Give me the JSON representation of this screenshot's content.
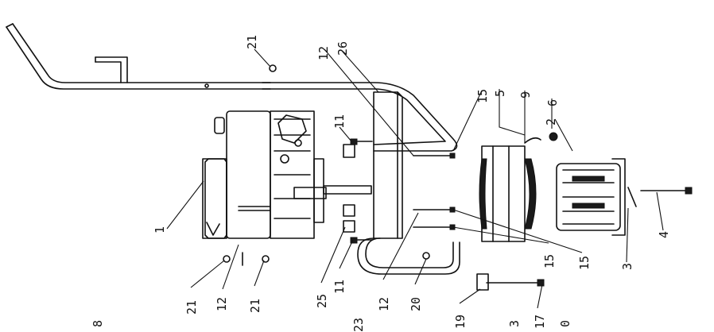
{
  "callouts": [
    {
      "id": "c1",
      "text": "1"
    },
    {
      "id": "c2",
      "text": "2"
    },
    {
      "id": "c3",
      "text": "3"
    },
    {
      "id": "c4",
      "text": "4"
    },
    {
      "id": "c5",
      "text": "5"
    },
    {
      "id": "c6",
      "text": "6"
    },
    {
      "id": "c9",
      "text": "9"
    },
    {
      "id": "c11a",
      "text": "11"
    },
    {
      "id": "c11b",
      "text": "11"
    },
    {
      "id": "c12a",
      "text": "12"
    },
    {
      "id": "c12b",
      "text": "12"
    },
    {
      "id": "c12c",
      "text": "12"
    },
    {
      "id": "c15a",
      "text": "15"
    },
    {
      "id": "c15b",
      "text": "15"
    },
    {
      "id": "c15c",
      "text": "15"
    },
    {
      "id": "c17",
      "text": "17"
    },
    {
      "id": "c19",
      "text": "19"
    },
    {
      "id": "c20",
      "text": "20"
    },
    {
      "id": "c21a",
      "text": "21"
    },
    {
      "id": "c21b",
      "text": "21"
    },
    {
      "id": "c21c",
      "text": "21"
    },
    {
      "id": "c23",
      "text": "23"
    },
    {
      "id": "c25",
      "text": "25"
    },
    {
      "id": "c26",
      "text": "26"
    }
  ],
  "stray_marks": [
    {
      "id": "m8",
      "text": "8"
    },
    {
      "id": "m3",
      "text": "3"
    },
    {
      "id": "m0",
      "text": "0"
    }
  ]
}
